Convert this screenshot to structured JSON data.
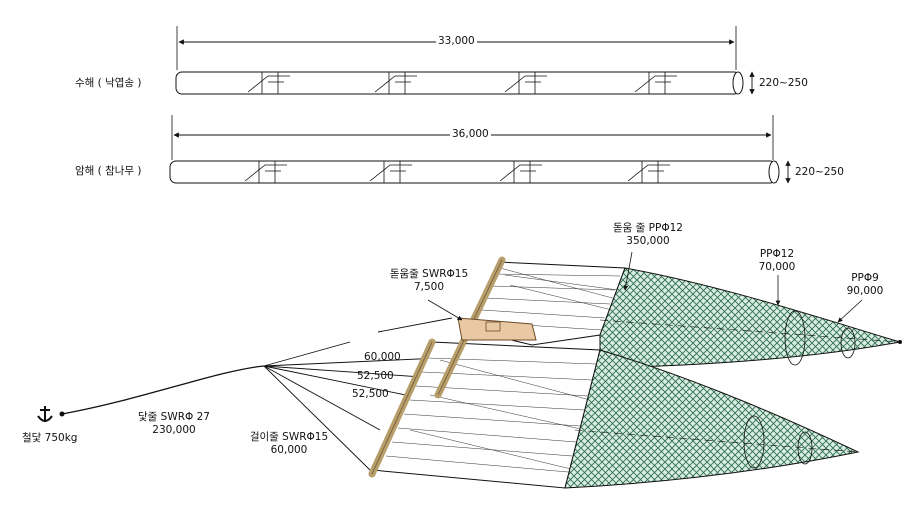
{
  "spar1": {
    "name": "수해 ( 낙엽송 )",
    "length": "33,000",
    "diameter": "220~250"
  },
  "spar2": {
    "name": "암해 ( 참나무 )",
    "length": "36,000",
    "diameter": "220~250"
  },
  "labels": {
    "buoy_rope_center": {
      "line1": "돋움줄 SWRΦ15",
      "line2": "7,500"
    },
    "buoy_rope_top": {
      "line1": "돋움 줄 PPΦ12",
      "line2": "350,000"
    },
    "pp12": {
      "line1": "PPΦ12",
      "line2": "70,000"
    },
    "pp9": {
      "line1": "PPΦ9",
      "line2": "90,000"
    },
    "bridle_1": "60,000",
    "bridle_2": "52,500",
    "bridle_3": "52,500",
    "hanging_rope": {
      "line1": "걸이줄 SWRΦ15",
      "line2": "60,000"
    },
    "anchor_rope": {
      "line1": "닻줄 SWRΦ 27",
      "line2": "230,000"
    },
    "anchor": "철닻 750kg"
  }
}
